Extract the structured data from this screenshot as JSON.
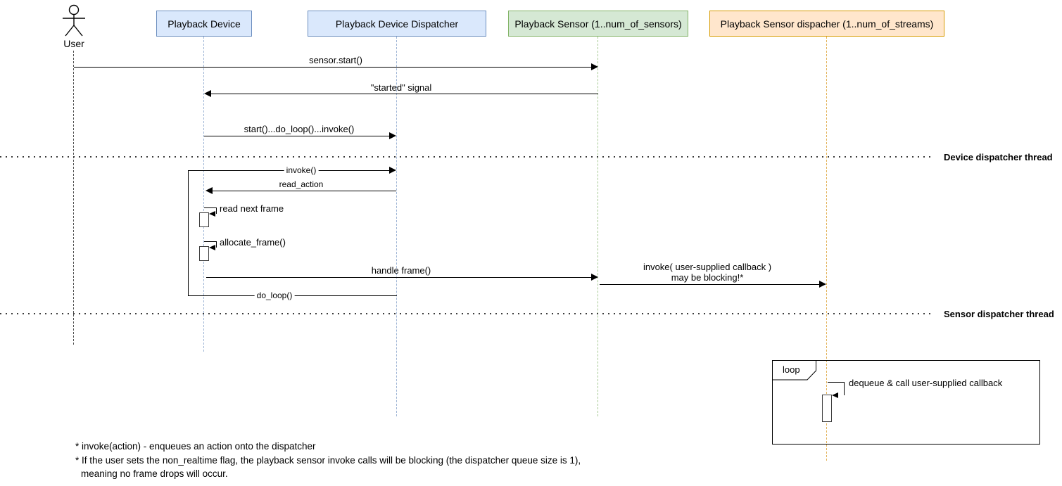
{
  "actor": {
    "label": "User"
  },
  "participants": [
    {
      "label": "Playback Device",
      "color": "#dae8fc"
    },
    {
      "label": "Playback Device Dispatcher",
      "color": "#dae8fc"
    },
    {
      "label": "Playback Sensor (1..num_of_sensors)",
      "color": "#d5e8d4"
    },
    {
      "label": "Playback Sensor dispacher (1..num_of_streams)",
      "color": "#ffe6cc"
    }
  ],
  "messages": {
    "sensor_start": "sensor.start()",
    "started_signal": "\"started\" signal",
    "start_do_loop_invoke": "start()...do_loop()...invoke()",
    "invoke": "invoke()",
    "read_action": "read_action",
    "read_next_frame": "read next frame",
    "allocate_frame": "allocate_frame()",
    "handle_frame": "handle frame()",
    "invoke_callback_line1": "invoke( user-supplied callback )",
    "invoke_callback_line2": "may be blocking!*",
    "do_loop": "do_loop()",
    "dequeue_callback": "dequeue & call user-supplied callback"
  },
  "separators": {
    "device_thread": "Device dispatcher thread",
    "sensor_thread": "Sensor dispatcher thread"
  },
  "loop_fragment": {
    "label": "loop"
  },
  "footnotes": [
    "* invoke(action) - enqueues an action onto the dispatcher",
    "* If the user sets the non_realtime flag, the playback sensor invoke calls will be blocking (the dispatcher queue size is 1),",
    "meaning no frame drops will occur."
  ],
  "colors": {
    "blue_fill": "#dae8fc",
    "blue_border": "#6c8ebf",
    "green_fill": "#d5e8d4",
    "green_border": "#82b366",
    "orange_fill": "#ffe6cc",
    "orange_border": "#d79b00"
  }
}
